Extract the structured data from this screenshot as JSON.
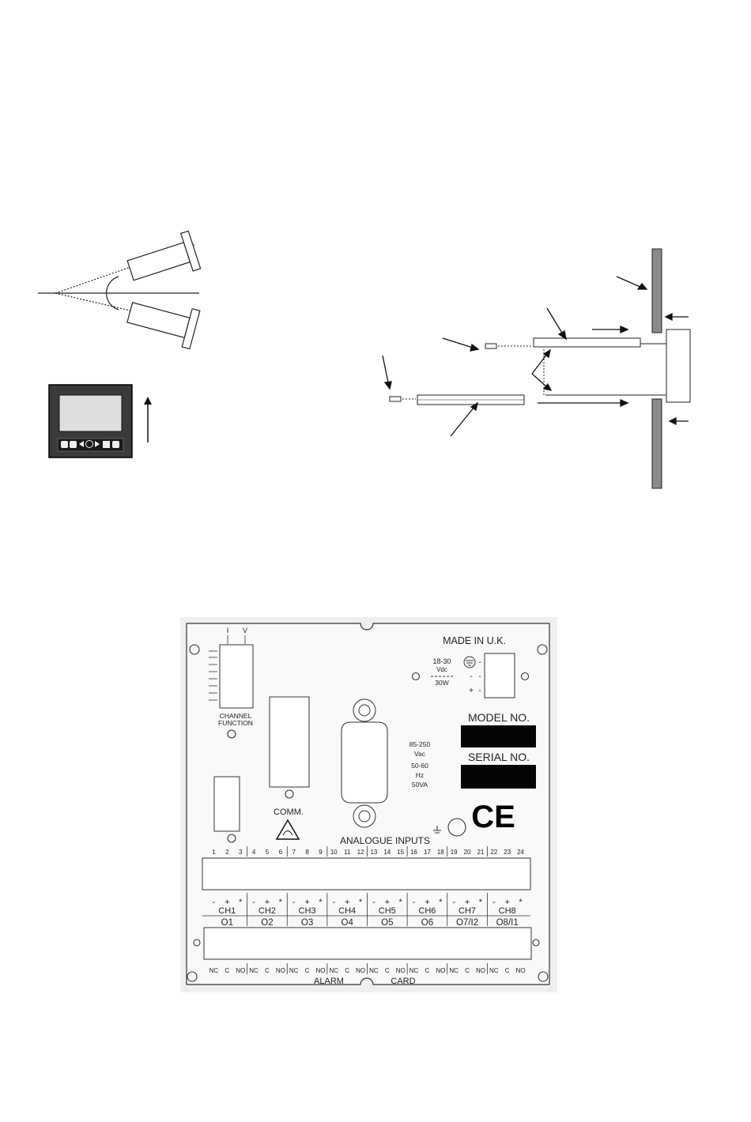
{
  "board": {
    "top_left_labels": [
      "I",
      "V"
    ],
    "channel_function": [
      "CHANNEL",
      "FUNCTION"
    ],
    "made_in": "MADE IN U.K.",
    "dc_supply": [
      "18-30",
      "Vdc",
      "30W"
    ],
    "dc_signs": [
      "-",
      "-",
      "+"
    ],
    "model_no": "MODEL NO.",
    "serial_no": "SERIAL NO.",
    "ac_supply": [
      "85-250",
      "Vac",
      "50-60",
      "Hz",
      "50VA"
    ],
    "comm": "COMM.",
    "ce": "CE",
    "analogue_inputs": "ANALOGUE INPUTS",
    "terminal_numbers": [
      "1",
      "2",
      "3",
      "4",
      "5",
      "6",
      "7",
      "8",
      "9",
      "10",
      "11",
      "12",
      "13",
      "14",
      "15",
      "16",
      "17",
      "18",
      "19",
      "20",
      "21",
      "22",
      "23",
      "24"
    ],
    "channels": [
      "CH1",
      "CH2",
      "CH3",
      "CH4",
      "CH5",
      "CH6",
      "CH7",
      "CH8"
    ],
    "channel_signs": [
      "-",
      "+",
      "*"
    ],
    "outputs": [
      "O1",
      "O2",
      "O3",
      "O4",
      "O5",
      "O6",
      "O7/I2",
      "O8/I1"
    ],
    "relay_contacts": [
      "NC",
      "C",
      "NO"
    ],
    "alarm": "ALARM",
    "card": "CARD"
  }
}
